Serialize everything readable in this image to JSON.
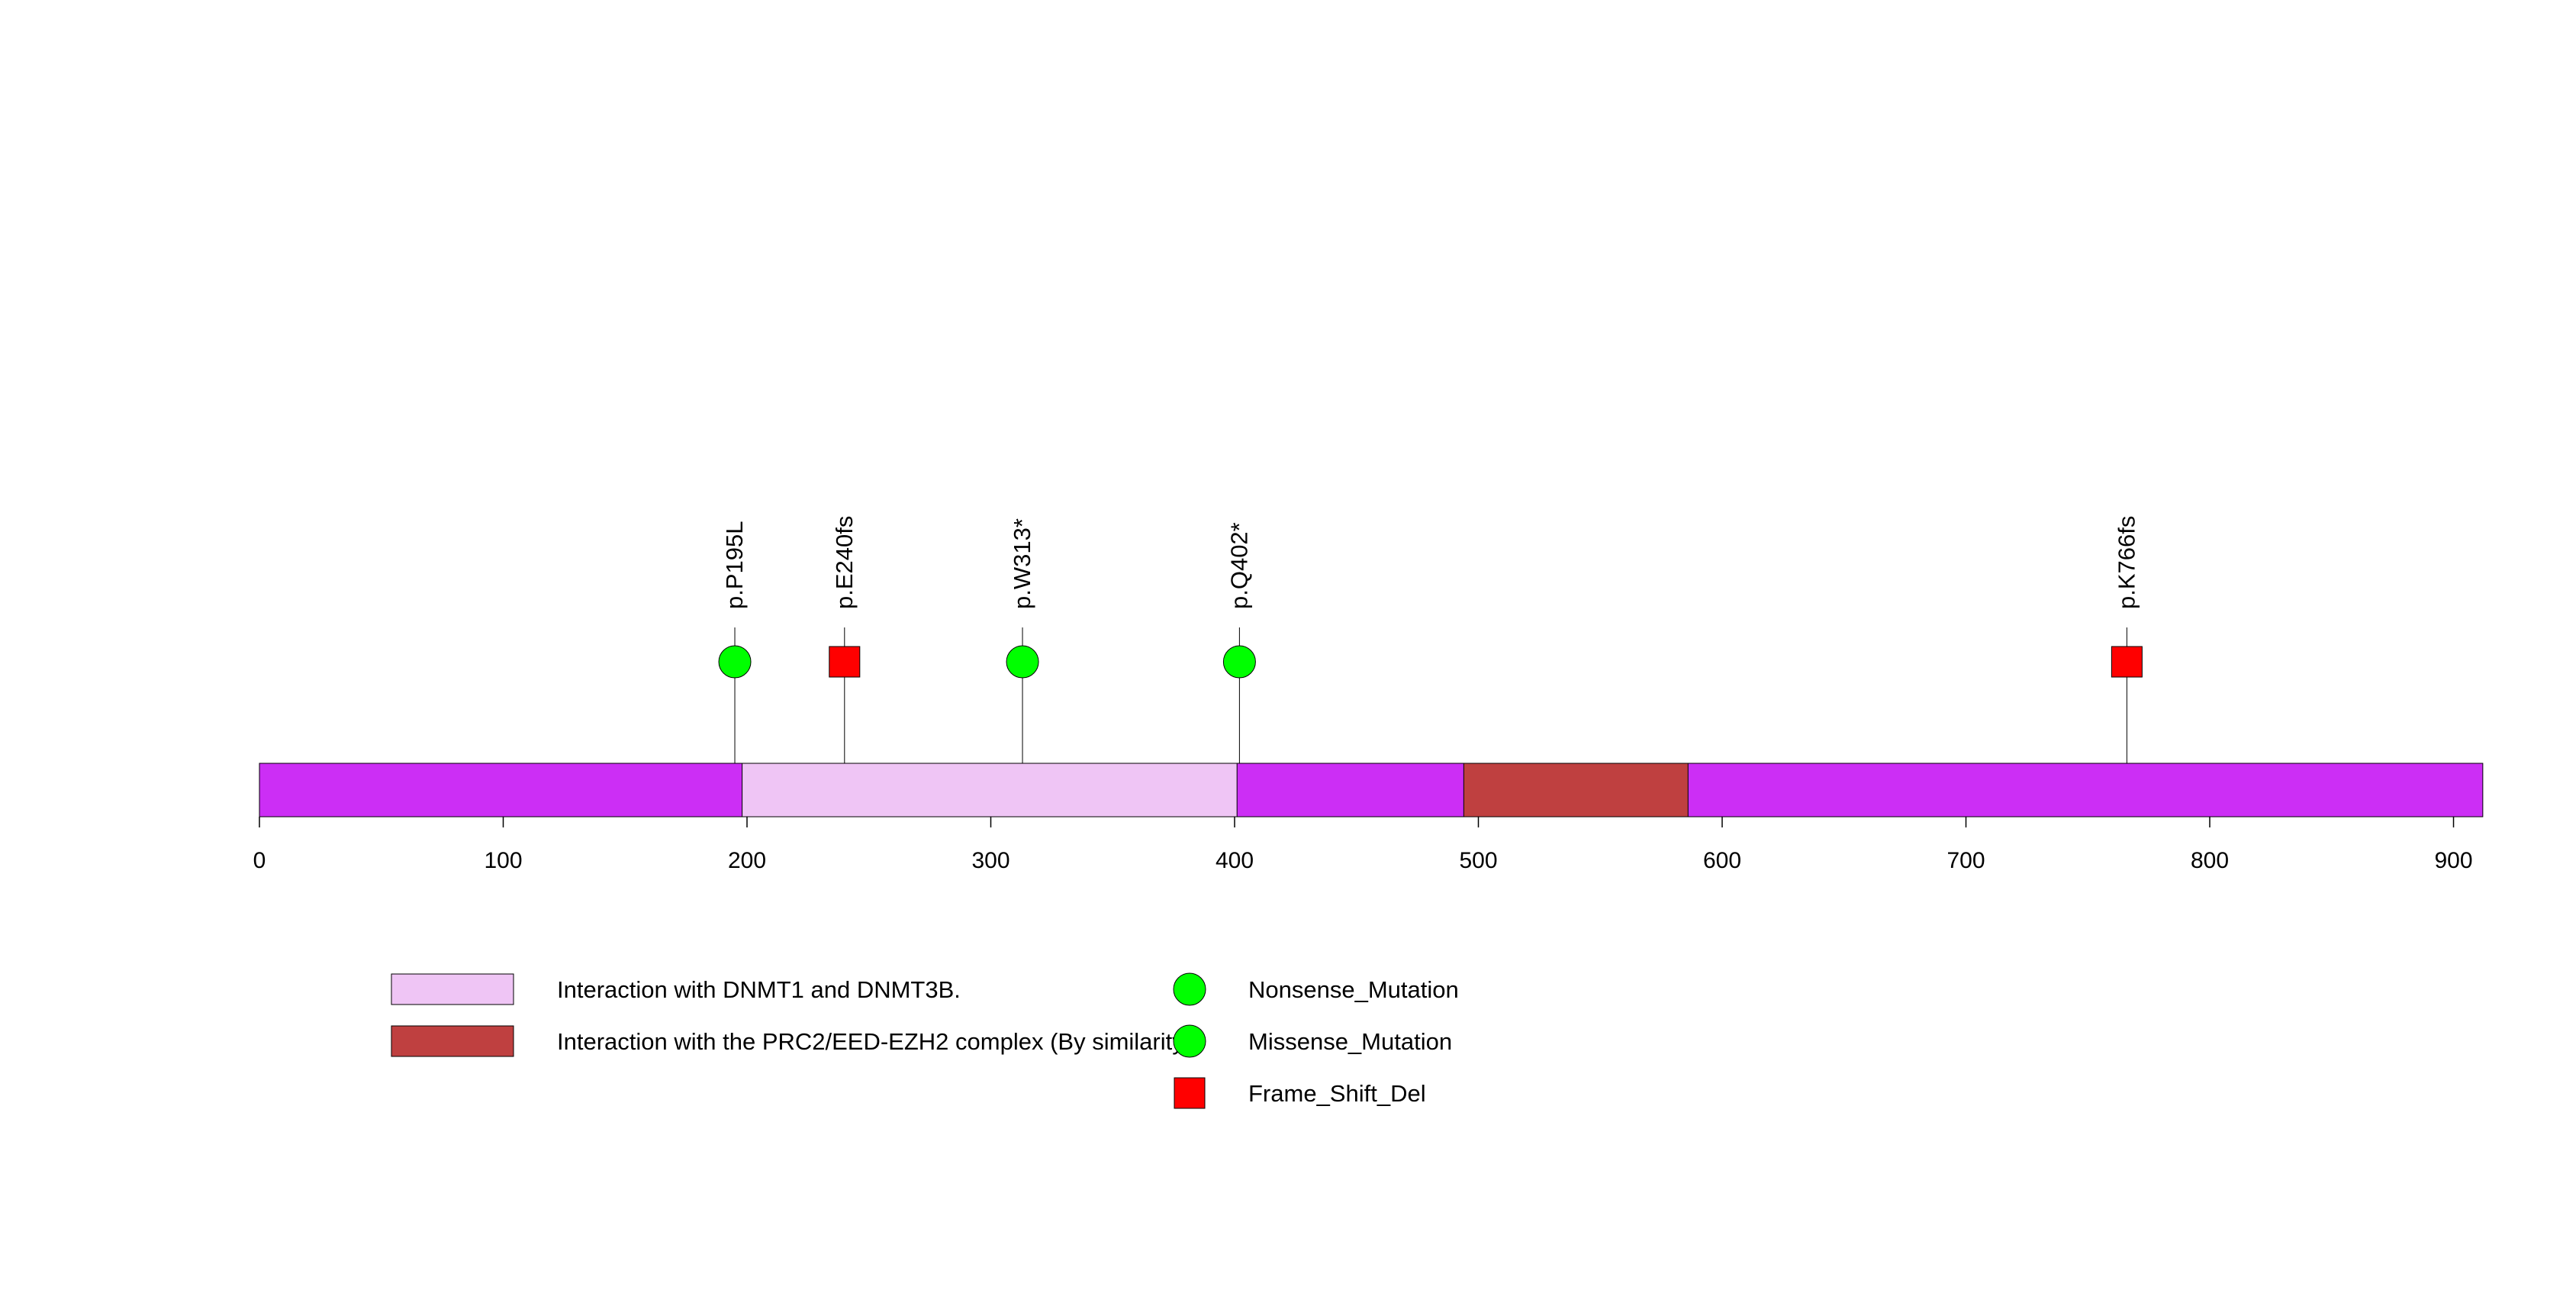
{
  "protein": {
    "length": 912,
    "color": "#CC2EF5"
  },
  "axis": {
    "ticks": [
      0,
      100,
      200,
      300,
      400,
      500,
      600,
      700,
      800,
      900
    ]
  },
  "domains": [
    {
      "label": "Interaction with DNMT1 and DNMT3B.",
      "start": 198,
      "end": 401,
      "color": "#EFC5F5"
    },
    {
      "label": "Interaction with the PRC2/EED-EZH2 complex (By similarity).",
      "start": 494,
      "end": 586,
      "color": "#BF4040"
    }
  ],
  "mutations": [
    {
      "label": "p.P195L",
      "position": 195,
      "type": "Nonsense_Mutation"
    },
    {
      "label": "p.E240fs",
      "position": 240,
      "type": "Frame_Shift_Del"
    },
    {
      "label": "p.W313*",
      "position": 313,
      "type": "Nonsense_Mutation"
    },
    {
      "label": "p.Q402*",
      "position": 402,
      "type": "Nonsense_Mutation"
    },
    {
      "label": "p.K766fs",
      "position": 766,
      "type": "Frame_Shift_Del"
    }
  ],
  "mutation_types": [
    {
      "name": "Nonsense_Mutation",
      "shape": "circle",
      "color": "#00FF00"
    },
    {
      "name": "Missense_Mutation",
      "shape": "circle",
      "color": "#00FF00"
    },
    {
      "name": "Frame_Shift_Del",
      "shape": "square",
      "color": "#FF0000"
    }
  ]
}
